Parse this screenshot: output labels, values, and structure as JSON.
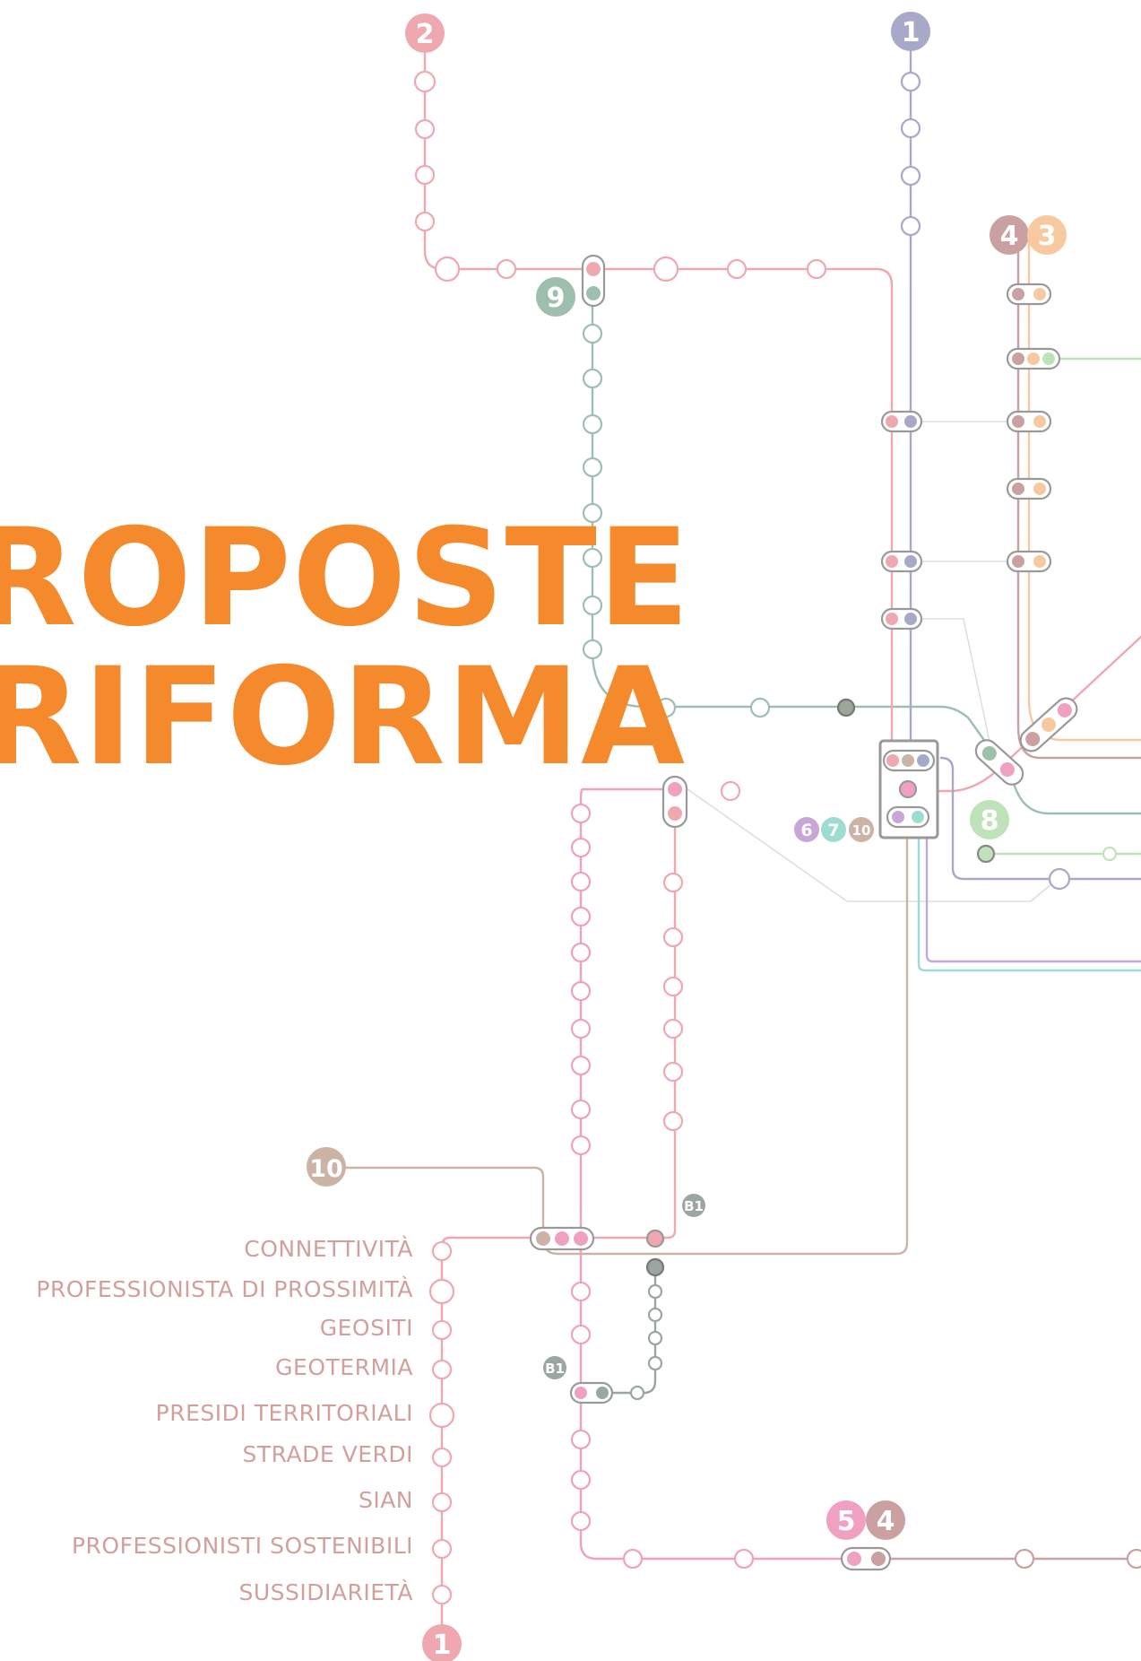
{
  "title": {
    "line1": "ROPOSTE",
    "line2": "RIFORMA"
  },
  "colors": {
    "title": "#f58a2c",
    "line1": "#a8a9c8",
    "line2": "#f0a8b0",
    "line3": "#f8c9a0",
    "line4": "#caa0a0",
    "line5": "#f0a0c0",
    "line6": "#c7a6d8",
    "line7": "#9edcd2",
    "line8": "#bfe3b8",
    "line9": "#9fbfae",
    "line10": "#cbb3a6",
    "lineB1": "#9aa6a0",
    "label": "#d2a09c"
  },
  "badges": {
    "b1_top": "1",
    "b2_top": "2",
    "b4": "4",
    "b3": "3",
    "b9": "9",
    "b8": "8",
    "b6": "6",
    "b7": "7",
    "b10_hub": "10",
    "b10": "10",
    "bB1_upper": "B1",
    "bB1_lower": "B1",
    "b5_bottom": "5",
    "b4_bottom": "4",
    "b1_bottom": "1"
  },
  "stops": [
    "CONNETTIVITÀ",
    "PROFESSIONISTA DI PROSSIMITÀ",
    "GEOSITI",
    "GEOTERMIA",
    "PRESIDI TERRITORIALI",
    "STRADE VERDI",
    "SIAN",
    "PROFESSIONISTI SOSTENIBILI",
    "SUSSIDIARIETÀ"
  ]
}
